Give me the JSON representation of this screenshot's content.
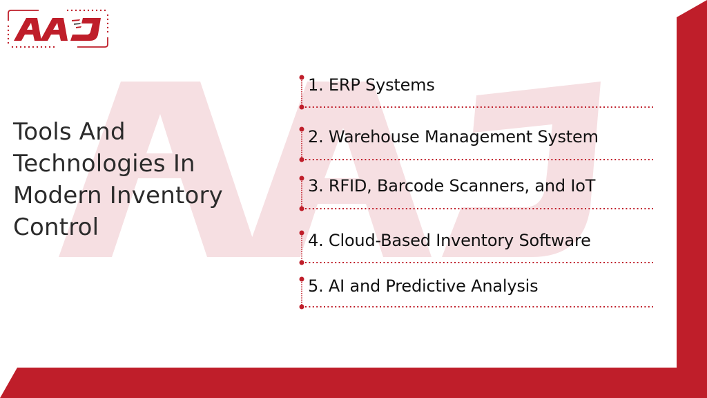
{
  "colors": {
    "brand_red": "#bf1e2a",
    "watermark_pink": "#f6dfe2",
    "title_text": "#2b2b2b",
    "item_text": "#111111",
    "background": "#ffffff"
  },
  "logo": {
    "text": "AAJ",
    "icon": "aaj-logo-icon"
  },
  "watermark": {
    "text": "AAJ"
  },
  "title": {
    "lines": [
      "Tools And",
      "Technologies In",
      "Modern Inventory",
      "Control"
    ]
  },
  "list": {
    "items": [
      {
        "label": "1. ERP Systems"
      },
      {
        "label": "2. Warehouse Management System"
      },
      {
        "label": "3. RFID, Barcode Scanners, and IoT"
      },
      {
        "label": "4. Cloud-Based Inventory Software"
      },
      {
        "label": "5. AI and Predictive Analysis"
      }
    ]
  }
}
